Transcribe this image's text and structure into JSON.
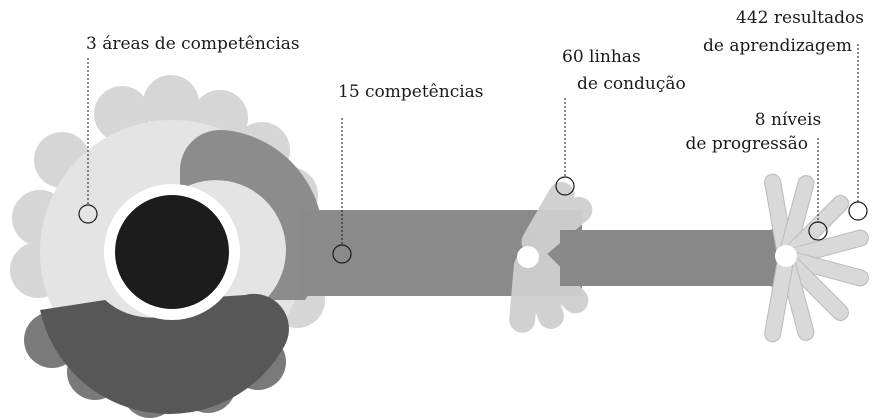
{
  "diagram": {
    "labels": {
      "areas": "3 áreas de competências",
      "competencies": "15 competências",
      "threads_line1": "60 linhas",
      "threads_line2": "de condução",
      "levels_line1": "8 níveis",
      "levels_line2": "de progressão",
      "outcomes_line1": "442 resultados",
      "outcomes_line2": "de aprendizagem"
    },
    "colors": {
      "petal_light": "#d6d6d6",
      "disc_light": "#e4e4e4",
      "arm_mid": "#8c8c8c",
      "arm_dark": "#585858",
      "arm_charcoal": "#4a4a4a",
      "bar": "#888888",
      "hub": "#1c1c1c",
      "fan": "#cfcfcf"
    }
  }
}
